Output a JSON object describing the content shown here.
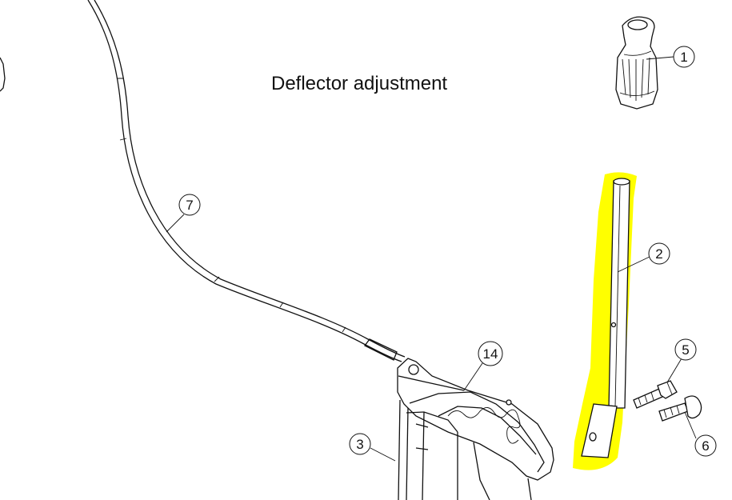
{
  "title": "Deflector adjustment",
  "highlight_color": "#ffff00",
  "callouts": {
    "c1": "1",
    "c2": "2",
    "c3": "3",
    "c5": "5",
    "c6": "6",
    "c7": "7",
    "c14": "14"
  }
}
